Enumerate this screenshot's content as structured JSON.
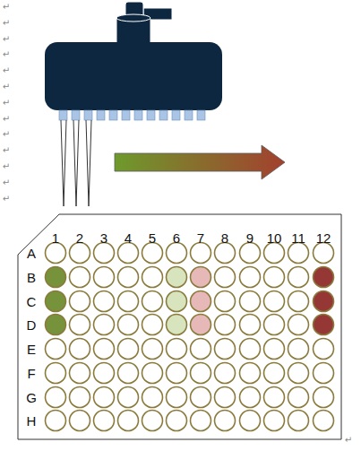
{
  "diagram": {
    "labels": [
      "1",
      "2",
      "3",
      "4",
      "5",
      "6",
      "7",
      "8",
      "9",
      "10",
      "11",
      "12",
      "A",
      "B",
      "C",
      "D",
      "E",
      "F",
      "G",
      "H",
      "↵",
      "↵",
      "↵",
      "↵",
      "↵",
      "↵",
      "↵",
      "↵",
      "↵",
      "↵",
      "↵",
      "↵",
      "↵",
      "↵"
    ]
  }
}
